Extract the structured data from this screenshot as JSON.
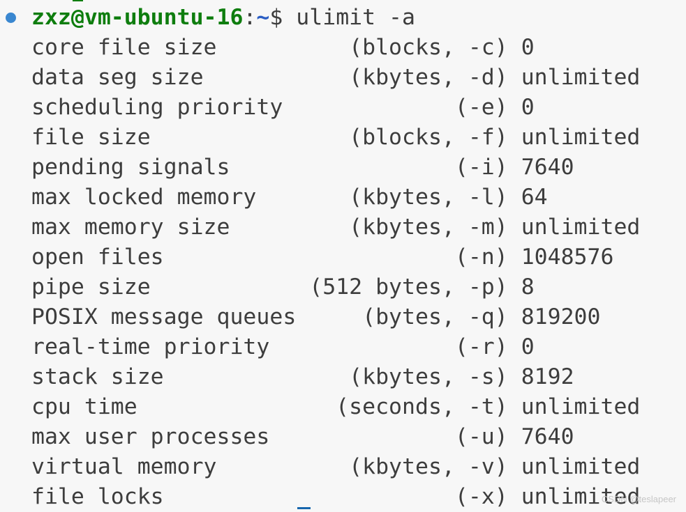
{
  "colors": {
    "background": "#f7f7f7",
    "text": "#3d3d3d",
    "prompt-green": "#0e7d0e",
    "path-blue": "#2b5ec4",
    "bullet-blue": "#3a87d0",
    "cursor-blue": "#1766ad",
    "watermark-gray": "#c6c6c6"
  },
  "terminal": {
    "prompt": {
      "user_host": "zxz@vm-ubuntu-16",
      "separator": ":",
      "cwd": "~",
      "command": "$ ulimit -a"
    },
    "output_lines": [
      {
        "label": "core file size",
        "unit_flag": "(blocks, -c)",
        "value": "0",
        "text": "core file size          (blocks, -c) 0"
      },
      {
        "label": "data seg size",
        "unit_flag": "(kbytes, -d)",
        "value": "unlimited",
        "text": "data seg size           (kbytes, -d) unlimited"
      },
      {
        "label": "scheduling priority",
        "unit_flag": "(-e)",
        "value": "0",
        "text": "scheduling priority             (-e) 0"
      },
      {
        "label": "file size",
        "unit_flag": "(blocks, -f)",
        "value": "unlimited",
        "text": "file size               (blocks, -f) unlimited"
      },
      {
        "label": "pending signals",
        "unit_flag": "(-i)",
        "value": "7640",
        "text": "pending signals                 (-i) 7640"
      },
      {
        "label": "max locked memory",
        "unit_flag": "(kbytes, -l)",
        "value": "64",
        "text": "max locked memory       (kbytes, -l) 64"
      },
      {
        "label": "max memory size",
        "unit_flag": "(kbytes, -m)",
        "value": "unlimited",
        "text": "max memory size         (kbytes, -m) unlimited"
      },
      {
        "label": "open files",
        "unit_flag": "(-n)",
        "value": "1048576",
        "text": "open files                      (-n) 1048576"
      },
      {
        "label": "pipe size",
        "unit_flag": "(512 bytes, -p)",
        "value": "8",
        "text": "pipe size            (512 bytes, -p) 8"
      },
      {
        "label": "POSIX message queues",
        "unit_flag": "(bytes, -q)",
        "value": "819200",
        "text": "POSIX message queues     (bytes, -q) 819200"
      },
      {
        "label": "real-time priority",
        "unit_flag": "(-r)",
        "value": "0",
        "text": "real-time priority              (-r) 0"
      },
      {
        "label": "stack size",
        "unit_flag": "(kbytes, -s)",
        "value": "8192",
        "text": "stack size              (kbytes, -s) 8192"
      },
      {
        "label": "cpu time",
        "unit_flag": "(seconds, -t)",
        "value": "unlimited",
        "text": "cpu time               (seconds, -t) unlimited"
      },
      {
        "label": "max user processes",
        "unit_flag": "(-u)",
        "value": "7640",
        "text": "max user processes              (-u) 7640"
      },
      {
        "label": "virtual memory",
        "unit_flag": "(kbytes, -v)",
        "value": "unlimited",
        "text": "virtual memory          (kbytes, -v) unlimited"
      },
      {
        "label": "file locks",
        "unit_flag": "(-x)",
        "value": "unlimited",
        "text": "file locks                      (-x) unlimited"
      }
    ],
    "watermark": "CSDN @teslapeer"
  }
}
